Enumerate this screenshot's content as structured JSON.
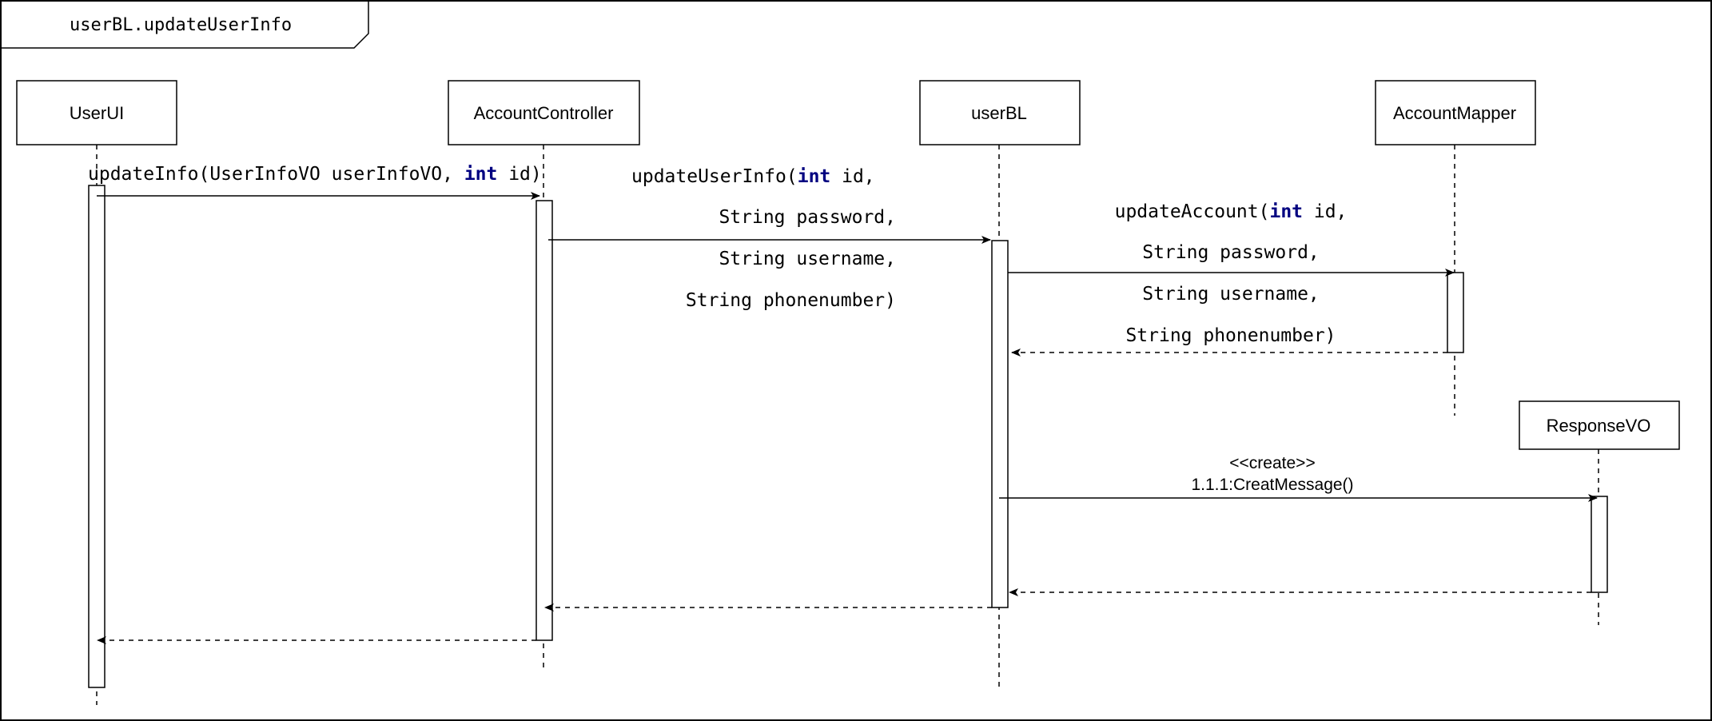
{
  "frame": {
    "title": "userBL.updateUserInfo"
  },
  "participants": [
    {
      "id": "userui",
      "label": "UserUI"
    },
    {
      "id": "accountcontroller",
      "label": "AccountController"
    },
    {
      "id": "userbl",
      "label": "userBL"
    },
    {
      "id": "accountmapper",
      "label": "AccountMapper"
    },
    {
      "id": "responsevo",
      "label": "ResponseVO"
    }
  ],
  "messages": {
    "m1": {
      "prefix": "updateInfo(UserInfoVO userInfoVO, ",
      "kw": "int",
      "suffix": " id)"
    },
    "m2": {
      "l1_prefix": "updateUserInfo(",
      "l1_kw": "int",
      "l1_suffix": " id,",
      "l2": "String password,",
      "l3": "String username,",
      "l4": "String phonenumber)"
    },
    "m3": {
      "l1_prefix": "updateAccount(",
      "l1_kw": "int",
      "l1_suffix": " id,",
      "l2": "String password,",
      "l3": "String username,",
      "l4": "String phonenumber)"
    },
    "m4": {
      "stereotype": "<<create>>",
      "label": "1.1.1:CreatMessage()"
    }
  },
  "colors": {
    "line": "#000000",
    "keyword": "#000080",
    "background": "#ffffff"
  }
}
